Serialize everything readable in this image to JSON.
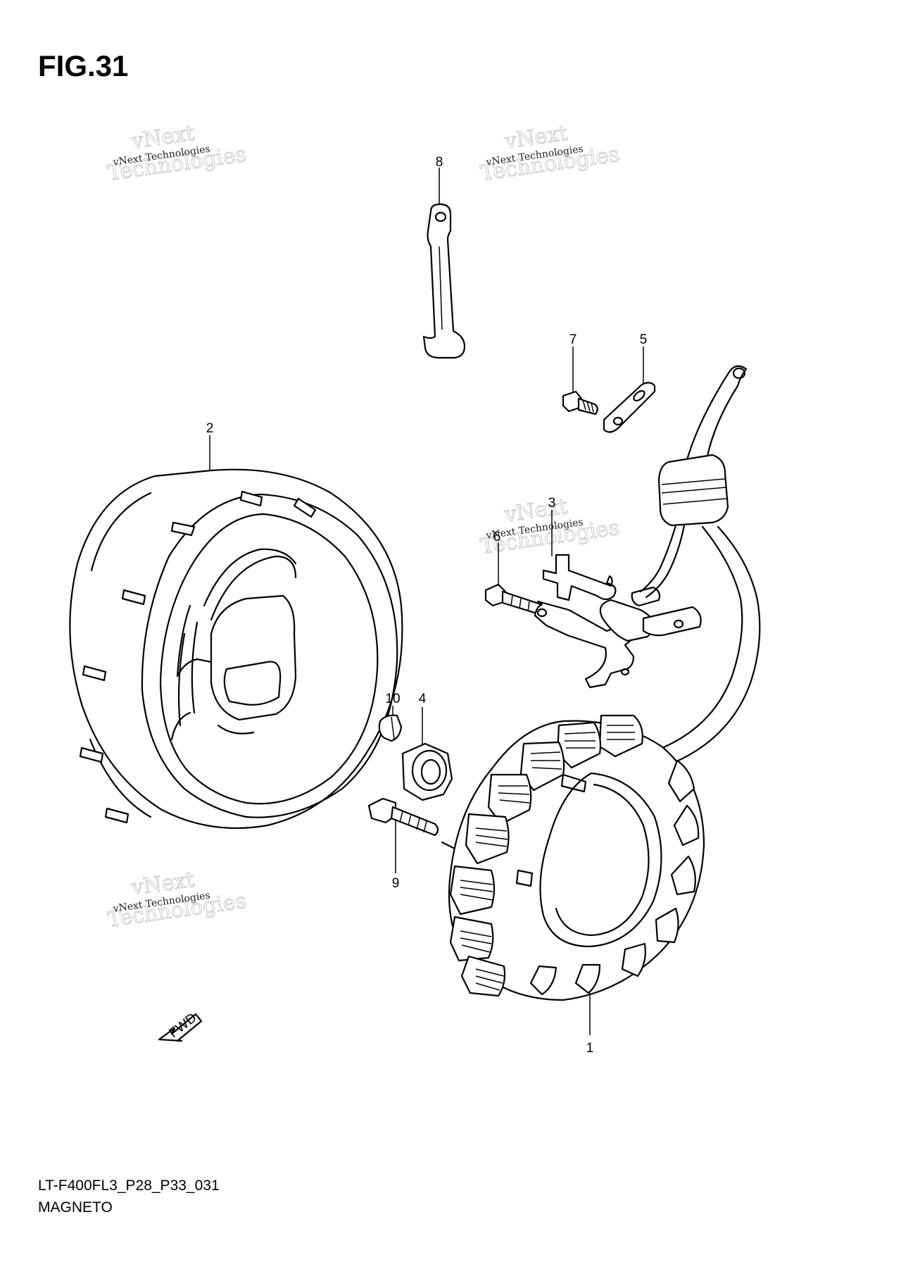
{
  "figure": {
    "title": "FIG.31",
    "code": "LT-F400FL3_P28_P33_031",
    "name": "MAGNETO"
  },
  "direction_label": "FWD",
  "watermark": {
    "line1": "vNext Technologies",
    "line2": "vNext",
    "line3": "Technologies"
  },
  "callouts": [
    {
      "id": "1",
      "label": "1"
    },
    {
      "id": "2",
      "label": "2"
    },
    {
      "id": "3",
      "label": "3"
    },
    {
      "id": "4",
      "label": "4"
    },
    {
      "id": "5",
      "label": "5"
    },
    {
      "id": "6",
      "label": "6"
    },
    {
      "id": "7",
      "label": "7"
    },
    {
      "id": "8",
      "label": "8"
    },
    {
      "id": "9",
      "label": "9"
    },
    {
      "id": "10",
      "label": "10"
    }
  ]
}
